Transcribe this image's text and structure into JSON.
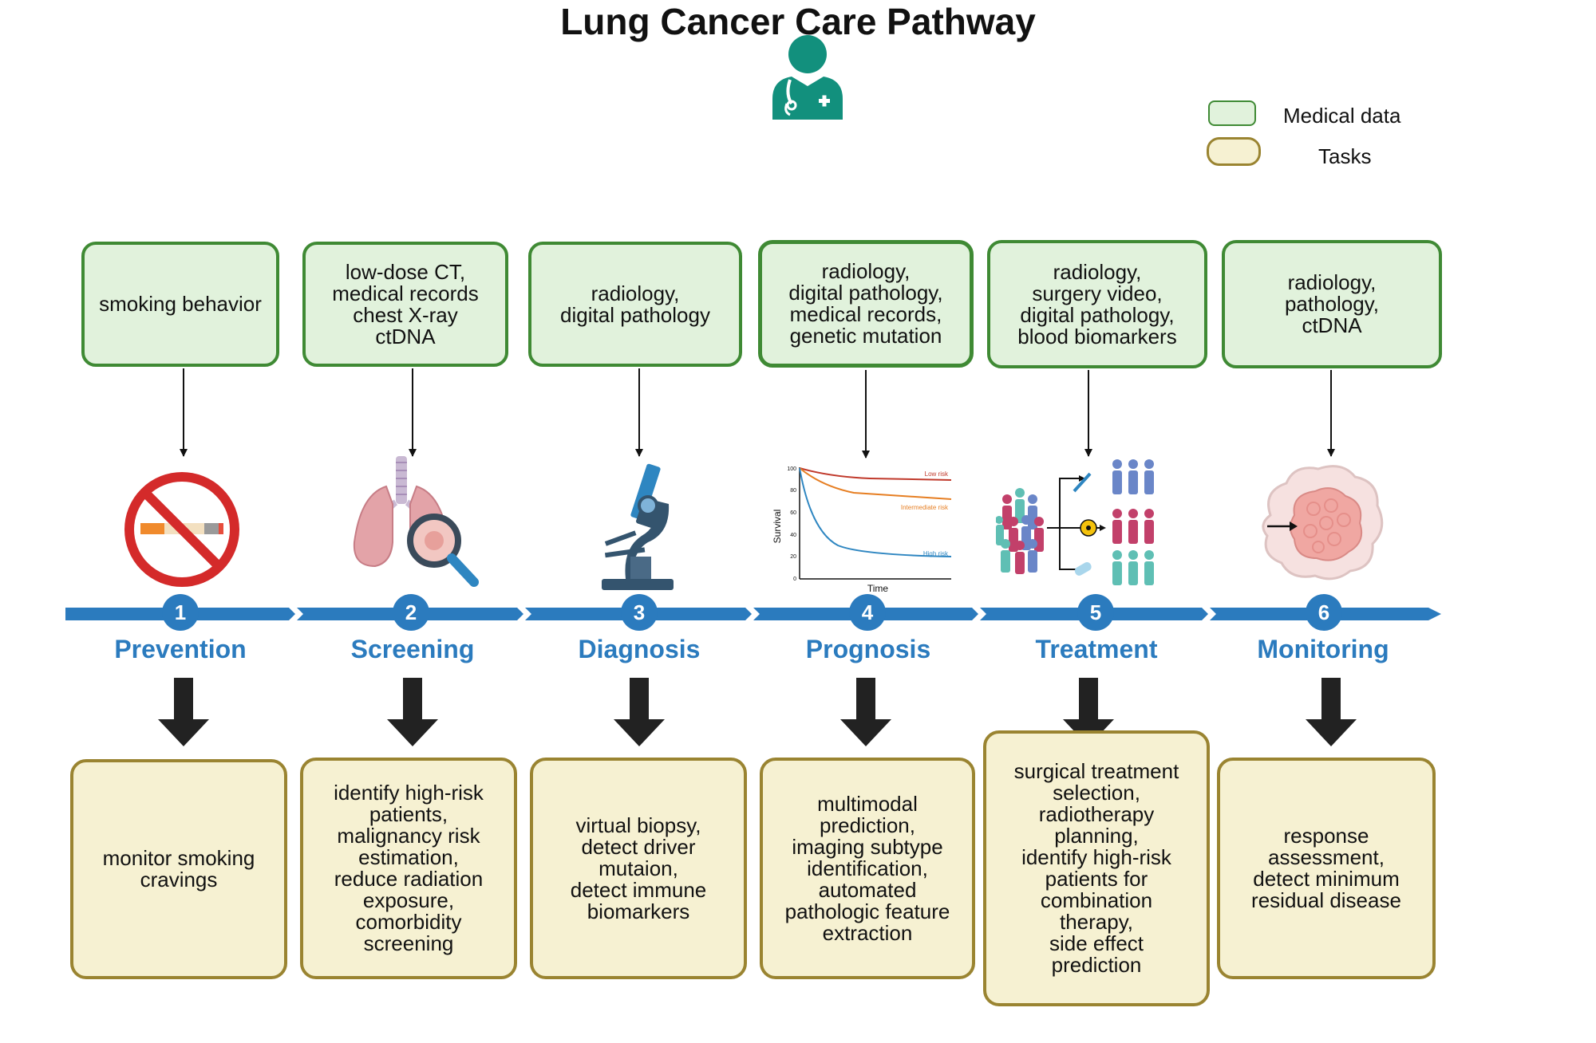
{
  "title": "Lung Cancer Care Pathway",
  "legend": [
    {
      "label": "Medical data",
      "color": "#e1f2dc",
      "border": "#3f8a34"
    },
    {
      "label": "Tasks",
      "color": "#f6f1d2",
      "border": "#9a8431"
    }
  ],
  "stages": [
    {
      "number": "1",
      "name": "Prevention",
      "data": "smoking behavior",
      "tasks": "monitor smoking\ncravings",
      "icon": "no-smoking-icon"
    },
    {
      "number": "2",
      "name": "Screening",
      "data": "low-dose CT,\nmedical records\nchest X-ray\nctDNA",
      "tasks": "identify high-risk\npatients,\nmalignancy risk\nestimation,\nreduce radiation\nexposure,\ncomorbidity\nscreening",
      "icon": "lungs-magnifier-icon"
    },
    {
      "number": "3",
      "name": "Diagnosis",
      "data": "radiology,\ndigital pathology",
      "tasks": "virtual biopsy,\ndetect driver\nmutaion,\ndetect immune\nbiomarkers",
      "icon": "microscope-icon"
    },
    {
      "number": "4",
      "name": "Prognosis",
      "data": "radiology,\ndigital pathology,\nmedical records,\ngenetic mutation",
      "tasks": "multimodal\nprediction,\nimaging subtype\nidentification,\nautomated\npathologic feature\nextraction",
      "icon": "survival-curve-icon"
    },
    {
      "number": "5",
      "name": "Treatment",
      "data": "radiology,\nsurgery video,\ndigital pathology,\nblood biomarkers",
      "tasks": "surgical treatment\nselection,\nradiotherapy\nplanning,\nidentify high-risk\npatients for\ncombination\ntherapy,\nside effect\nprediction",
      "icon": "patient-groups-icon"
    },
    {
      "number": "6",
      "name": "Monitoring",
      "data": "radiology,\npathology,\nctDNA",
      "tasks": "response\nassessment,\ndetect minimum\nresidual disease",
      "icon": "tumor-icon"
    }
  ],
  "survival_plot": {
    "ylabel": "Survival",
    "xlabel": "Time",
    "y_ticks": [
      "100",
      "80",
      "60",
      "40",
      "20",
      "0"
    ],
    "curves": [
      {
        "name": "Low risk",
        "color": "#c0392b"
      },
      {
        "name": "Intermediate risk",
        "color": "#e67e22"
      },
      {
        "name": "High risk",
        "color": "#2e86c1"
      }
    ]
  },
  "colors": {
    "timeline": "#2b7bbe",
    "data_border": "#3f8a34",
    "task_border": "#9a8431",
    "doctor": "#12907d"
  }
}
